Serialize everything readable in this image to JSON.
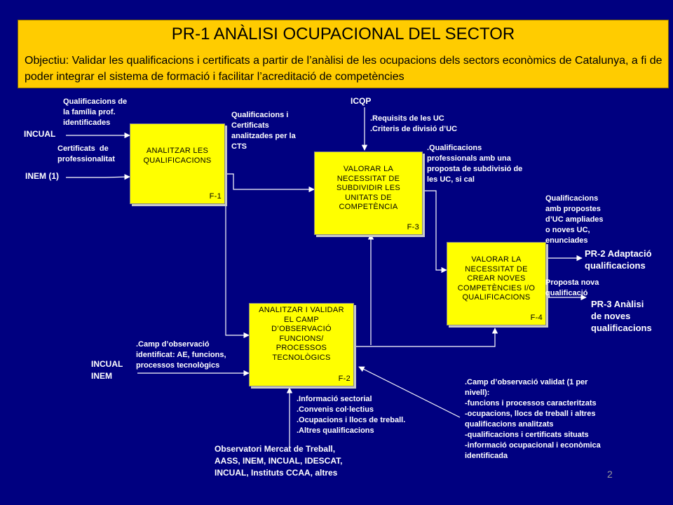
{
  "header": {
    "title": "PR-1 ANÀLISI OCUPACIONAL DEL SECTOR",
    "objective": "Objectiu: Validar les qualificacions i certificats a partir de l’anàlisi de les ocupacions dels sectors econòmics de Catalunya, a fi de poder integrar el sistema de formació i facilitar l’acreditació de competències"
  },
  "boxes": {
    "f1": {
      "label": "ANALITZAR LES\nQUALIFICACIONS",
      "code": "F-1"
    },
    "f2": {
      "label": "ANALITZAR I VALIDAR\nEL CAMP\nD’OBSERVACIÓ\nFUNCIONS/\nPROCESSOS\nTECNOLÒGICS",
      "code": "F-2"
    },
    "f3": {
      "label": "VALORAR LA\nNECESSITAT DE\nSUBDIVIDIR LES\nUNITATS DE\nCOMPETÈNCIA",
      "code": "F-3"
    },
    "f4": {
      "label": "VALORAR LA\nNECESSITAT DE\nCREAR NOVES\nCOMPETÈNCIES I/O\nQUALIFICACIONS",
      "code": "F-4"
    }
  },
  "labels": {
    "incual_top": "INCUAL",
    "qual_familia": "Qualificacions de\nla família prof.\nidentificades",
    "certificats": "Certificats  de\nprofessionalitat",
    "inem1": "INEM (1)",
    "qual_cts": "Qualificacions i\nCertificats\nanalitzades per la\nCTS",
    "icqp": "ICQP",
    "requisits": ".Requisits de les UC\n.Criteris de divisió d’UC",
    "qual_prof": ".Qualificacions\nprofessionals amb una\nproposta de subdivisió de\nles UC, si cal",
    "qual_propostes": "Qualificacions\namb propostes\nd’UC ampliades\no noves UC,\nenunciades",
    "pr2": "PR-2 Adaptació\nqualificacions",
    "proposta_nova": "Proposta nova\nqualificació",
    "pr3": "PR-3 Anàlisi\nde noves\nqualificacions",
    "camp_identificat": ".Camp d’observació\nidentificat: AE, funcions,\nprocessos tecnològics",
    "incual_inem": "INCUAL\nINEM",
    "info_sectorial": ".Informació sectorial\n.Convenis col·lectius\n.Ocupacions i llocs de treball.\n.Altres qualificacions",
    "observatori": "Observatori Mercat de Treball,\nAASS, INEM, INCUAL, IDESCAT,\nINCUAL, Instituts CCAA, altres",
    "camp_validat": ".Camp d’observació validat (1 per\nnivell):\n-funcions i processos caracteritzats\n-ocupacions, llocs de treball i altres\nqualificacions analitzats\n-qualificacions i certificats situats\n-informació ocupacional i econòmica\nidentificada"
  },
  "page_number": "2",
  "colors": {
    "background": "#000080",
    "header": "#FFCC00",
    "box": "#FFFF00",
    "line": "#FFFFFF"
  }
}
